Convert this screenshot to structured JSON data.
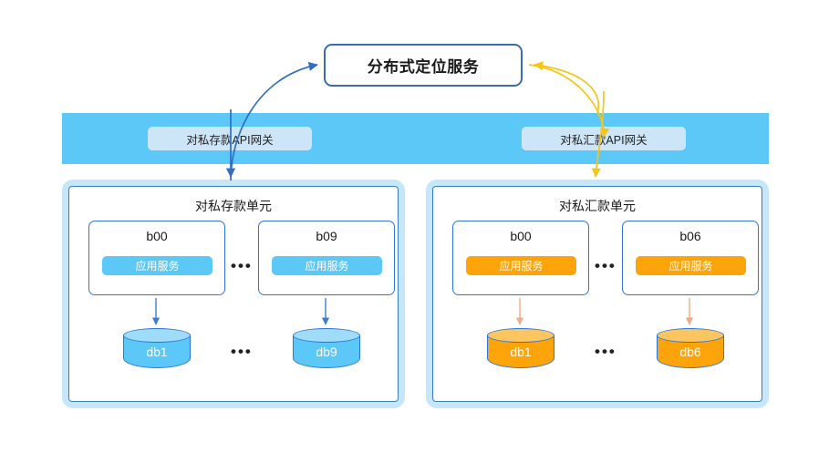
{
  "diagram": {
    "title_box": {
      "label": "分布式定位服务"
    },
    "gateways": [
      {
        "id": "gw-left",
        "label": "对私存款API网关",
        "color": "#CDE6F7"
      },
      {
        "id": "gw-right",
        "label": "对私汇款API网关",
        "color": "#CDE6F7"
      }
    ],
    "units": [
      {
        "id": "unit-left",
        "title": "对私存款单元",
        "accent": "#5CC8F7",
        "nodes": [
          {
            "name": "b00",
            "service_label": "应用服务"
          },
          {
            "name": "b09",
            "service_label": "应用服务"
          }
        ],
        "databases": [
          {
            "label": "db1"
          },
          {
            "label": "db9"
          }
        ],
        "ellipsis": "•••"
      },
      {
        "id": "unit-right",
        "title": "对私汇款单元",
        "accent": "#FCA40A",
        "nodes": [
          {
            "name": "b00",
            "service_label": "应用服务"
          },
          {
            "name": "b06",
            "service_label": "应用服务"
          }
        ],
        "databases": [
          {
            "label": "db1"
          },
          {
            "label": "db6"
          }
        ],
        "ellipsis": "•••"
      }
    ],
    "colors": {
      "band": "#5CC8F7",
      "panel_outer": "#C6E7FA",
      "border_blue": "#2E75D4",
      "arrow_blue": "#2E6FC4",
      "arrow_yellow": "#F5C518",
      "arrow_orange": "#F6A88A",
      "service_blue": "#5CC8F7",
      "service_orange": "#FCA40A",
      "title_border": "#3A6DB0"
    }
  }
}
